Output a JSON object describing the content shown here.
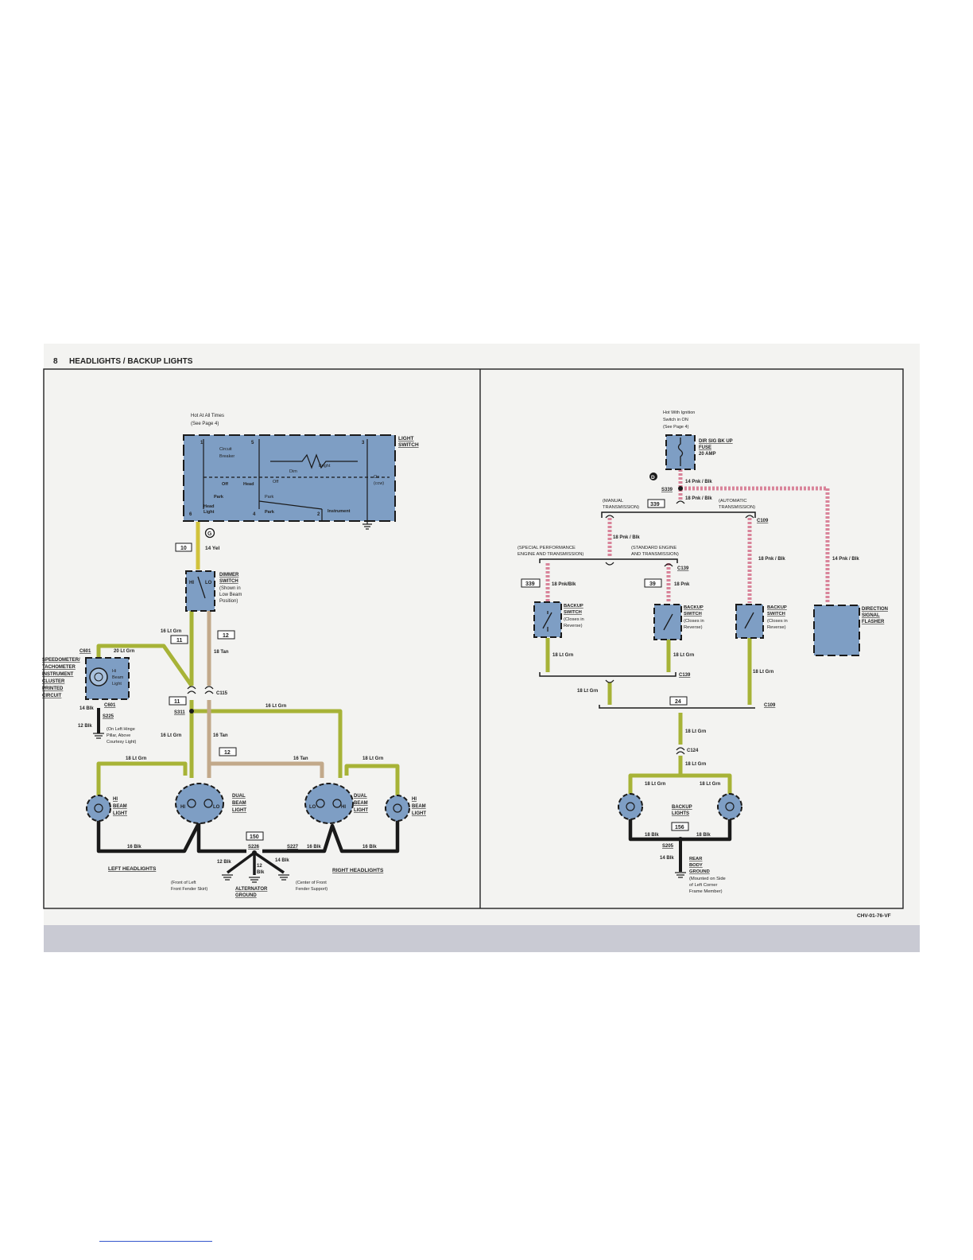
{
  "page": {
    "number": "8",
    "title": "HEADLIGHTS / BACKUP LIGHTS",
    "code": "CHV-01-76-VF"
  },
  "colors": {
    "blue": "#7e9ec4",
    "green": "#a7b337",
    "yellow": "#d1c23c",
    "tan": "#c2a98a",
    "pink": "#d9849a",
    "black": "#1a1a1a"
  },
  "left": {
    "hot_all_times": [
      "Hot At All Times",
      "(See Page 4)"
    ],
    "light_switch": {
      "title": [
        "LIGHT",
        "SWITCH"
      ],
      "labels": [
        "Circuit",
        "Breaker",
        "Bright",
        "Dim",
        "Off",
        "Park",
        "Head",
        "Off",
        "Park",
        "On",
        "(ccw)",
        "Head",
        "Light",
        "Park",
        "Instrument"
      ],
      "terminals": [
        "1",
        "5",
        "3",
        "6",
        "4",
        "2"
      ]
    },
    "ground_mark": "G",
    "wires": {
      "w10": "10",
      "yel": "14 Yel",
      "w11a": "11",
      "w12a": "12",
      "lgrn16a": "16 Lt Grn",
      "tan18": "18 Tan",
      "lgrn20": "20 Lt Grn",
      "w11b": "11",
      "c115": "C115",
      "s311": "S311",
      "lgrn16b": "16 Lt Grn",
      "lgrn16c": "16 Lt Grn",
      "tan16a": "16 Tan",
      "w12b": "12",
      "tan16b": "16 Tan",
      "lgrn18a": "18 Lt Grn",
      "lgrn18b": "18 Lt Grn",
      "blk16a": "16 Blk",
      "blk16b": "16 Blk",
      "blk16c": "16 Blk",
      "w150": "150",
      "s226": "S226",
      "s227": "S227",
      "blk12": "12 Blk",
      "blk12b": [
        "12",
        "Blk"
      ],
      "blk14": "14 Blk"
    },
    "dimmer": {
      "title": [
        "DIMMER",
        "SWITCH"
      ],
      "note": [
        "(Shown in",
        "Low Beam",
        "Position)"
      ],
      "hi": "HI",
      "lo": "LO"
    },
    "cluster": {
      "title": [
        "SPEEDOMETER/",
        "TACHOMETER",
        "INSTRUMENT",
        "CLUSTER",
        "PRINTED",
        "CIRCUIT"
      ],
      "c601a": "C601",
      "c601b": "C601",
      "lamp": [
        "Hi",
        "Beam",
        "Light"
      ],
      "blk14": "14 Blk",
      "s225": "S225",
      "blk12": "12 Blk",
      "note": [
        "(On Left Hinge",
        "Pillar, Above",
        "Courtesy Light)"
      ]
    },
    "hi_beam_left": [
      "HI",
      "BEAM",
      "LIGHT"
    ],
    "dual_left": [
      "DUAL",
      "BEAM",
      "LIGHT"
    ],
    "dual_right": [
      "DUAL",
      "BEAM",
      "LIGHT"
    ],
    "hi_beam_right": [
      "HI",
      "BEAM",
      "LIGHT"
    ],
    "lamp_hi": "HI",
    "lamp_lo": "LO",
    "left_headlights": "LEFT HEADLIGHTS",
    "right_headlights": "RIGHT HEADLIGHTS",
    "front_left": [
      "(Front of Left",
      "Front Fender Skirt)"
    ],
    "alt_ground": [
      "ALTERNATOR",
      "GROUND"
    ],
    "center_front": [
      "(Center of Front",
      "Fender Support)"
    ]
  },
  "right": {
    "hot_ign": [
      "Hot With Ignition",
      "Switch in ON",
      "(See Page 4)"
    ],
    "fuse": [
      "DIR SIG BK UP",
      "FUSE",
      "20 AMP"
    ],
    "d_mark": "D",
    "pnk14a": "14 Pnk / Blk",
    "s339": "S339",
    "pnk18a": "18 Pnk / Blk",
    "manual": [
      "(MANUAL",
      "TRANSMISSION)"
    ],
    "w339a": "339",
    "automatic": [
      "(AUTOMATIC",
      "TRANSMISSION)"
    ],
    "c109a": "C109",
    "pnk18b": "18 Pnk / Blk",
    "special": [
      "(SPECIAL PERFORMANCE",
      "ENGINE AND TRANSMISSION)"
    ],
    "standard": [
      "(STANDARD ENGINE",
      "AND TRANSMISSION)"
    ],
    "c139a": "C139",
    "pnk18c": "18 Pnk / Blk",
    "pnk14b": "14 Pnk / Blk",
    "w339b": "339",
    "pnk18d": "18 Pnk/Blk",
    "w39": "39",
    "pnk18e": "18 Pnk",
    "backup1": [
      "BACKUP",
      "SWITCH",
      "(Closes in",
      "Reverse)"
    ],
    "backup2": [
      "BACKUP",
      "SWITCH",
      "(Closes in",
      "Reverse)"
    ],
    "backup3": [
      "BACKUP",
      "SWITCH",
      "(Closes in",
      "Reverse)"
    ],
    "flasher": [
      "DIRECTION",
      "SIGNAL",
      "FLASHER"
    ],
    "grn18a": "18 Lt Grn",
    "grn18b": "18 Lt Grn",
    "grn18c": "18 Lt Grn",
    "c139b": "C139",
    "grn18d": "18 Lt Grn",
    "w24": "24",
    "c109b": "C109",
    "grn18e": "18 Lt Grn",
    "c124": "C124",
    "grn18f": "18 Lt Grn",
    "grn18g": "18 Lt Grn",
    "grn18h": "18 Lt Grn",
    "backup_lights": [
      "BACKUP",
      "LIGHTS"
    ],
    "blk18a": "18 Blk",
    "w156": "156",
    "blk18b": "18 Blk",
    "s205": "S205",
    "blk14": "14 Blk",
    "rear_ground": [
      "REAR",
      "BODY",
      "GROUND",
      "(Mounted on Side",
      "of Left Corner",
      "Frame Member)"
    ]
  }
}
